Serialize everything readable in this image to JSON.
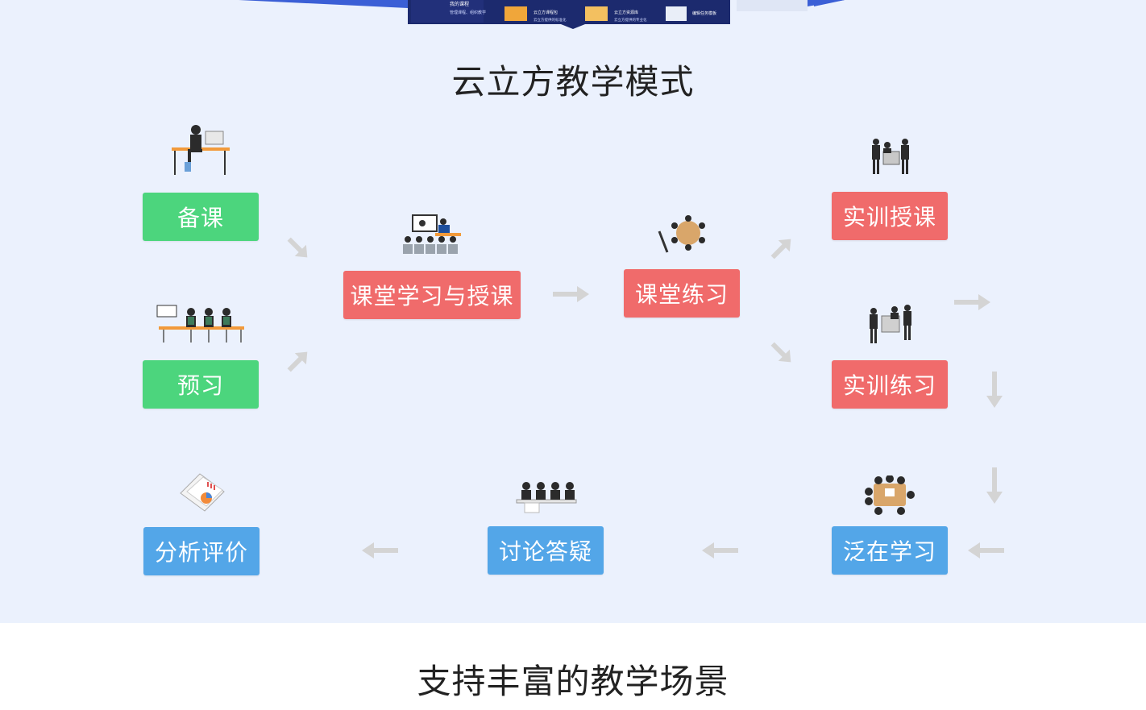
{
  "banner": {
    "texts": [
      "我的课程",
      "管理课程、组织教学",
      "云立方课程包",
      "云立方提供的标准化",
      "云立方资源库",
      "云立方提供的专业化",
      "编辑任务模板"
    ]
  },
  "section1": {
    "title": "云立方教学模式"
  },
  "steps": {
    "prepare": "备课",
    "preview": "预习",
    "class_learning": "课堂学习与授课",
    "class_practice": "课堂练习",
    "training_teaching": "实训授课",
    "training_practice": "实训练习",
    "ubiquitous_learning": "泛在学习",
    "discussion": "讨论答疑",
    "evaluation": "分析评价"
  },
  "section2": {
    "title": "支持丰富的教学场景"
  },
  "colors": {
    "green": "#4cd57d",
    "red": "#f06b6b",
    "blue": "#53a6e8",
    "panel": "#ebf1fd",
    "arrow": "#d4d4d4"
  }
}
